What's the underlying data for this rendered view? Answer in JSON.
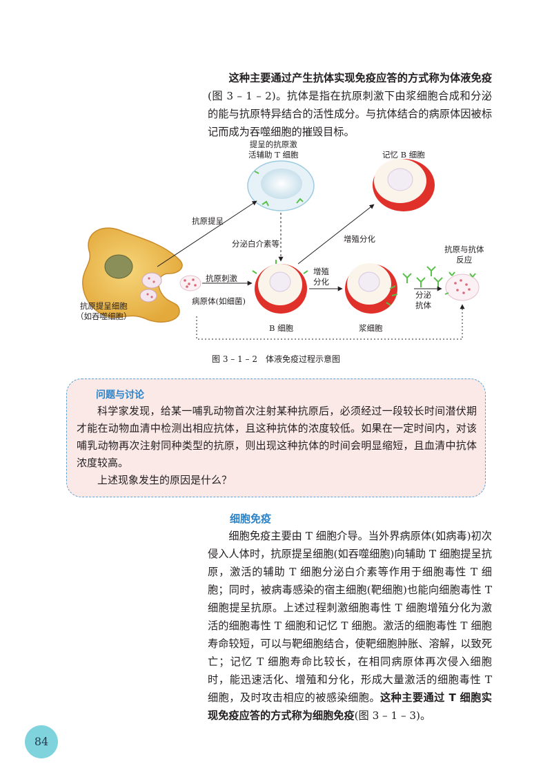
{
  "top_paragraph": {
    "bold": "这种主要通过产生抗体实现免疫应答的方式称为体液免疫",
    "text": "(图 3 – 1 – 2)。抗体是指在抗原刺激下由浆细胞合成和分泌的能与抗原特异结合的活性成分。与抗体结合的病原体因被标记而成为吞噬细胞的摧毁目标。"
  },
  "figure": {
    "labels": {
      "presenting_t": "提呈的抗原激\n活辅助 T 细胞",
      "memory_b": "记忆 B 细胞",
      "antigen_present": "抗原提呈",
      "secrete_il": "分泌白介素等",
      "proliferate_diff_up": "增殖分化",
      "antigen_antibody": "抗原与抗体\n反应",
      "apc": "抗原提呈细胞\n（如吞噬细胞）",
      "antigen_stim": "抗原刺激",
      "pathogen": "病原体(如细菌)",
      "proliferate_diff": "增殖\n分化",
      "secrete_antibody": "分泌\n抗体",
      "b_cell": "B 细胞",
      "plasma_cell": "浆细胞"
    },
    "caption": "图 3 – 1 – 2　体液免疫过程示意图",
    "colors": {
      "apc": "#f0c250",
      "b_cell_red": "#e0302a",
      "helper_t": "#cde4f0",
      "antibody": "#59c04a",
      "pathogen": "#d96b7a"
    }
  },
  "discussion": {
    "title": "问题与讨论",
    "paragraphs": [
      "科学家发现，给某一哺乳动物首次注射某种抗原后，必须经过一段较长时间潜伏期才能在动物血清中检测出相应抗体，且这种抗体的浓度较低。如果在一定时间内，对该哺乳动物再次注射同种类型的抗原，则出现这种抗体的时间会明显缩短，且血清中抗体浓度较高。",
      "上述现象发生的原因是什么？"
    ]
  },
  "cell_immunity": {
    "title": "细胞免疫",
    "text": "细胞免疫主要由 T 细胞介导。当外界病原体(如病毒)初次侵入人体时，抗原提呈细胞(如吞噬细胞)向辅助 T 细胞提呈抗原，激活的辅助 T 细胞分泌白介素等作用于细胞毒性 T 细胞；同时，被病毒感染的宿主细胞(靶细胞)也能向细胞毒性 T 细胞提呈抗原。上述过程刺激细胞毒性 T 细胞增殖分化为激活的细胞毒性 T 细胞和记忆 T 细胞。激活的细胞毒性 T 细胞寿命较短，可以与靶细胞结合，使靶细胞肿胀、溶解，以致死亡；记忆 T 细胞寿命比较长，在相同病原体再次侵入细胞时，能迅速活化、增殖和分化，形成大量激活的细胞毒性 T 细胞，及时攻击相应的被感染细胞。",
    "bold": "这种主要通过 T 细胞实现免疫应答的方式称为细胞免疫",
    "tail": "(图 3 – 1 – 3)。"
  },
  "page_number": "84"
}
